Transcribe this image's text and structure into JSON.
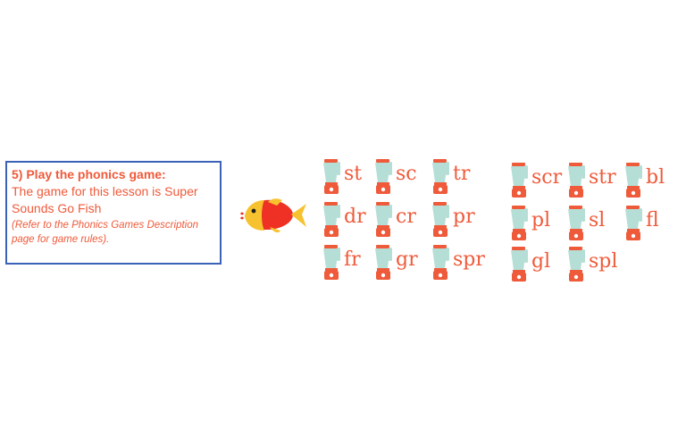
{
  "lesson": {
    "heading": "5) Play the phonics game:",
    "body": "The game for this lesson is Super Sounds Go Fish",
    "note": "(Refer to the Phonics Games Description page for game rules)."
  },
  "fish_icon": "fish-icon",
  "blender_icon": "blender-icon",
  "colors": {
    "text": "#ef5a3a",
    "border": "#3a62b8",
    "jar": "#b5dfd6",
    "base": "#ee5a3a",
    "fish_red": "#ee3124",
    "fish_yellow": "#f7c22f"
  },
  "blend_cards": [
    {
      "text": "st"
    },
    {
      "text": "sc"
    },
    {
      "text": "tr"
    },
    {
      "text": "dr"
    },
    {
      "text": "cr"
    },
    {
      "text": "pr"
    },
    {
      "text": "fr"
    },
    {
      "text": "gr"
    },
    {
      "text": "spr"
    },
    {
      "text": "scr"
    },
    {
      "text": "str"
    },
    {
      "text": "bl"
    },
    {
      "text": "pl"
    },
    {
      "text": "sl"
    },
    {
      "text": "fl"
    },
    {
      "text": "gl"
    },
    {
      "text": "spl"
    }
  ]
}
